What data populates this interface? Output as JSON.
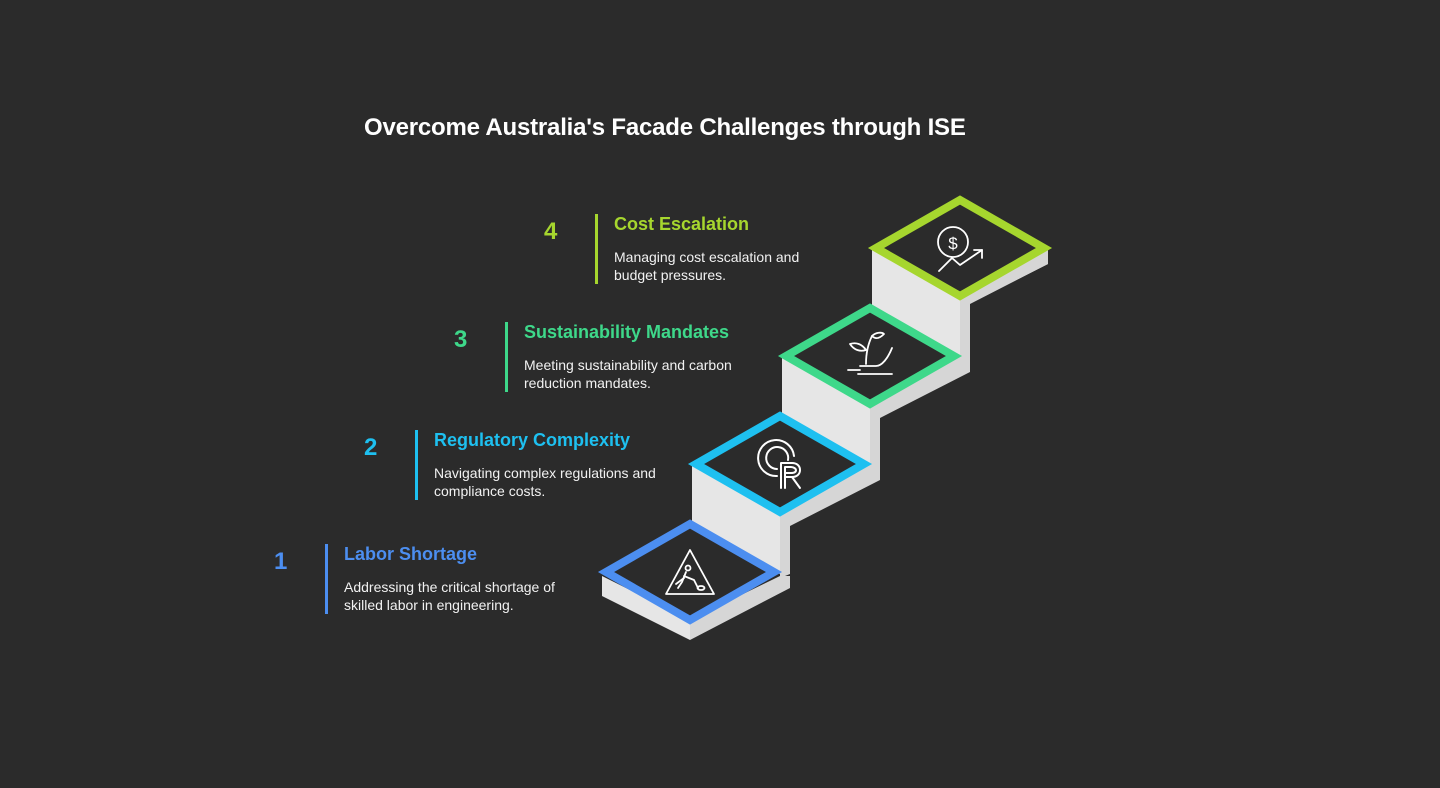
{
  "title": "Overcome Australia's Facade Challenges through ISE",
  "colors": {
    "background": "#2b2b2b",
    "step1": "#4c8ef0",
    "step2": "#1ec0f0",
    "step3": "#3ed88a",
    "step4": "#a6d62e",
    "stair_face": "#e6e6e6",
    "stair_side": "#d9d9d9"
  },
  "steps": [
    {
      "number": "1",
      "title": "Labor Shortage",
      "description": "Addressing the critical shortage of skilled labor in engineering.",
      "icon": "worker-digging-warning-sign-icon"
    },
    {
      "number": "2",
      "title": "Regulatory Complexity",
      "description": "Navigating complex regulations and compliance costs.",
      "icon": "registered-trademark-icon"
    },
    {
      "number": "3",
      "title": "Sustainability Mandates",
      "description": "Meeting sustainability and carbon reduction mandates.",
      "icon": "plant-in-hand-icon"
    },
    {
      "number": "4",
      "title": "Cost Escalation",
      "description": "Managing cost escalation and budget pressures.",
      "icon": "dollar-trending-up-icon"
    }
  ]
}
